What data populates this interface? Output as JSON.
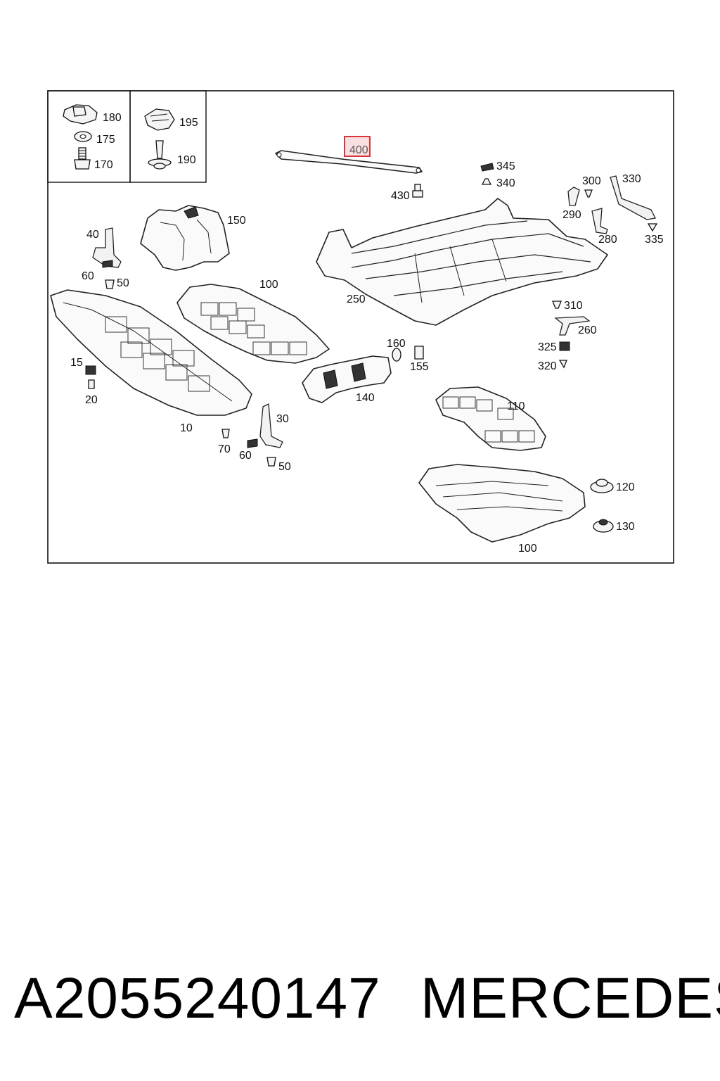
{
  "highlight_color": "#d9343a",
  "highlighted_part": "400",
  "inset": {
    "left_labels": [
      "180",
      "175",
      "170"
    ],
    "right_labels": [
      "195",
      "190"
    ]
  },
  "callouts": {
    "c400": "400",
    "c345": "345",
    "c340": "340",
    "c430": "430",
    "c300": "300",
    "c330": "330",
    "c290": "290",
    "c280": "280",
    "c335": "335",
    "c150": "150",
    "c40": "40",
    "c60a": "60",
    "c50a": "50",
    "c100a": "100",
    "c250": "250",
    "c310": "310",
    "c260": "260",
    "c325": "325",
    "c320": "320",
    "c160": "160",
    "c155": "155",
    "c15": "15",
    "c20": "20",
    "c140": "140",
    "c10": "10",
    "c30": "30",
    "c70": "70",
    "c60b": "60",
    "c50b": "50",
    "c110": "110",
    "c120": "120",
    "c130": "130",
    "c100b": "100"
  },
  "footer": {
    "part_number": "A2055240147",
    "brand": "MERCEDES"
  }
}
